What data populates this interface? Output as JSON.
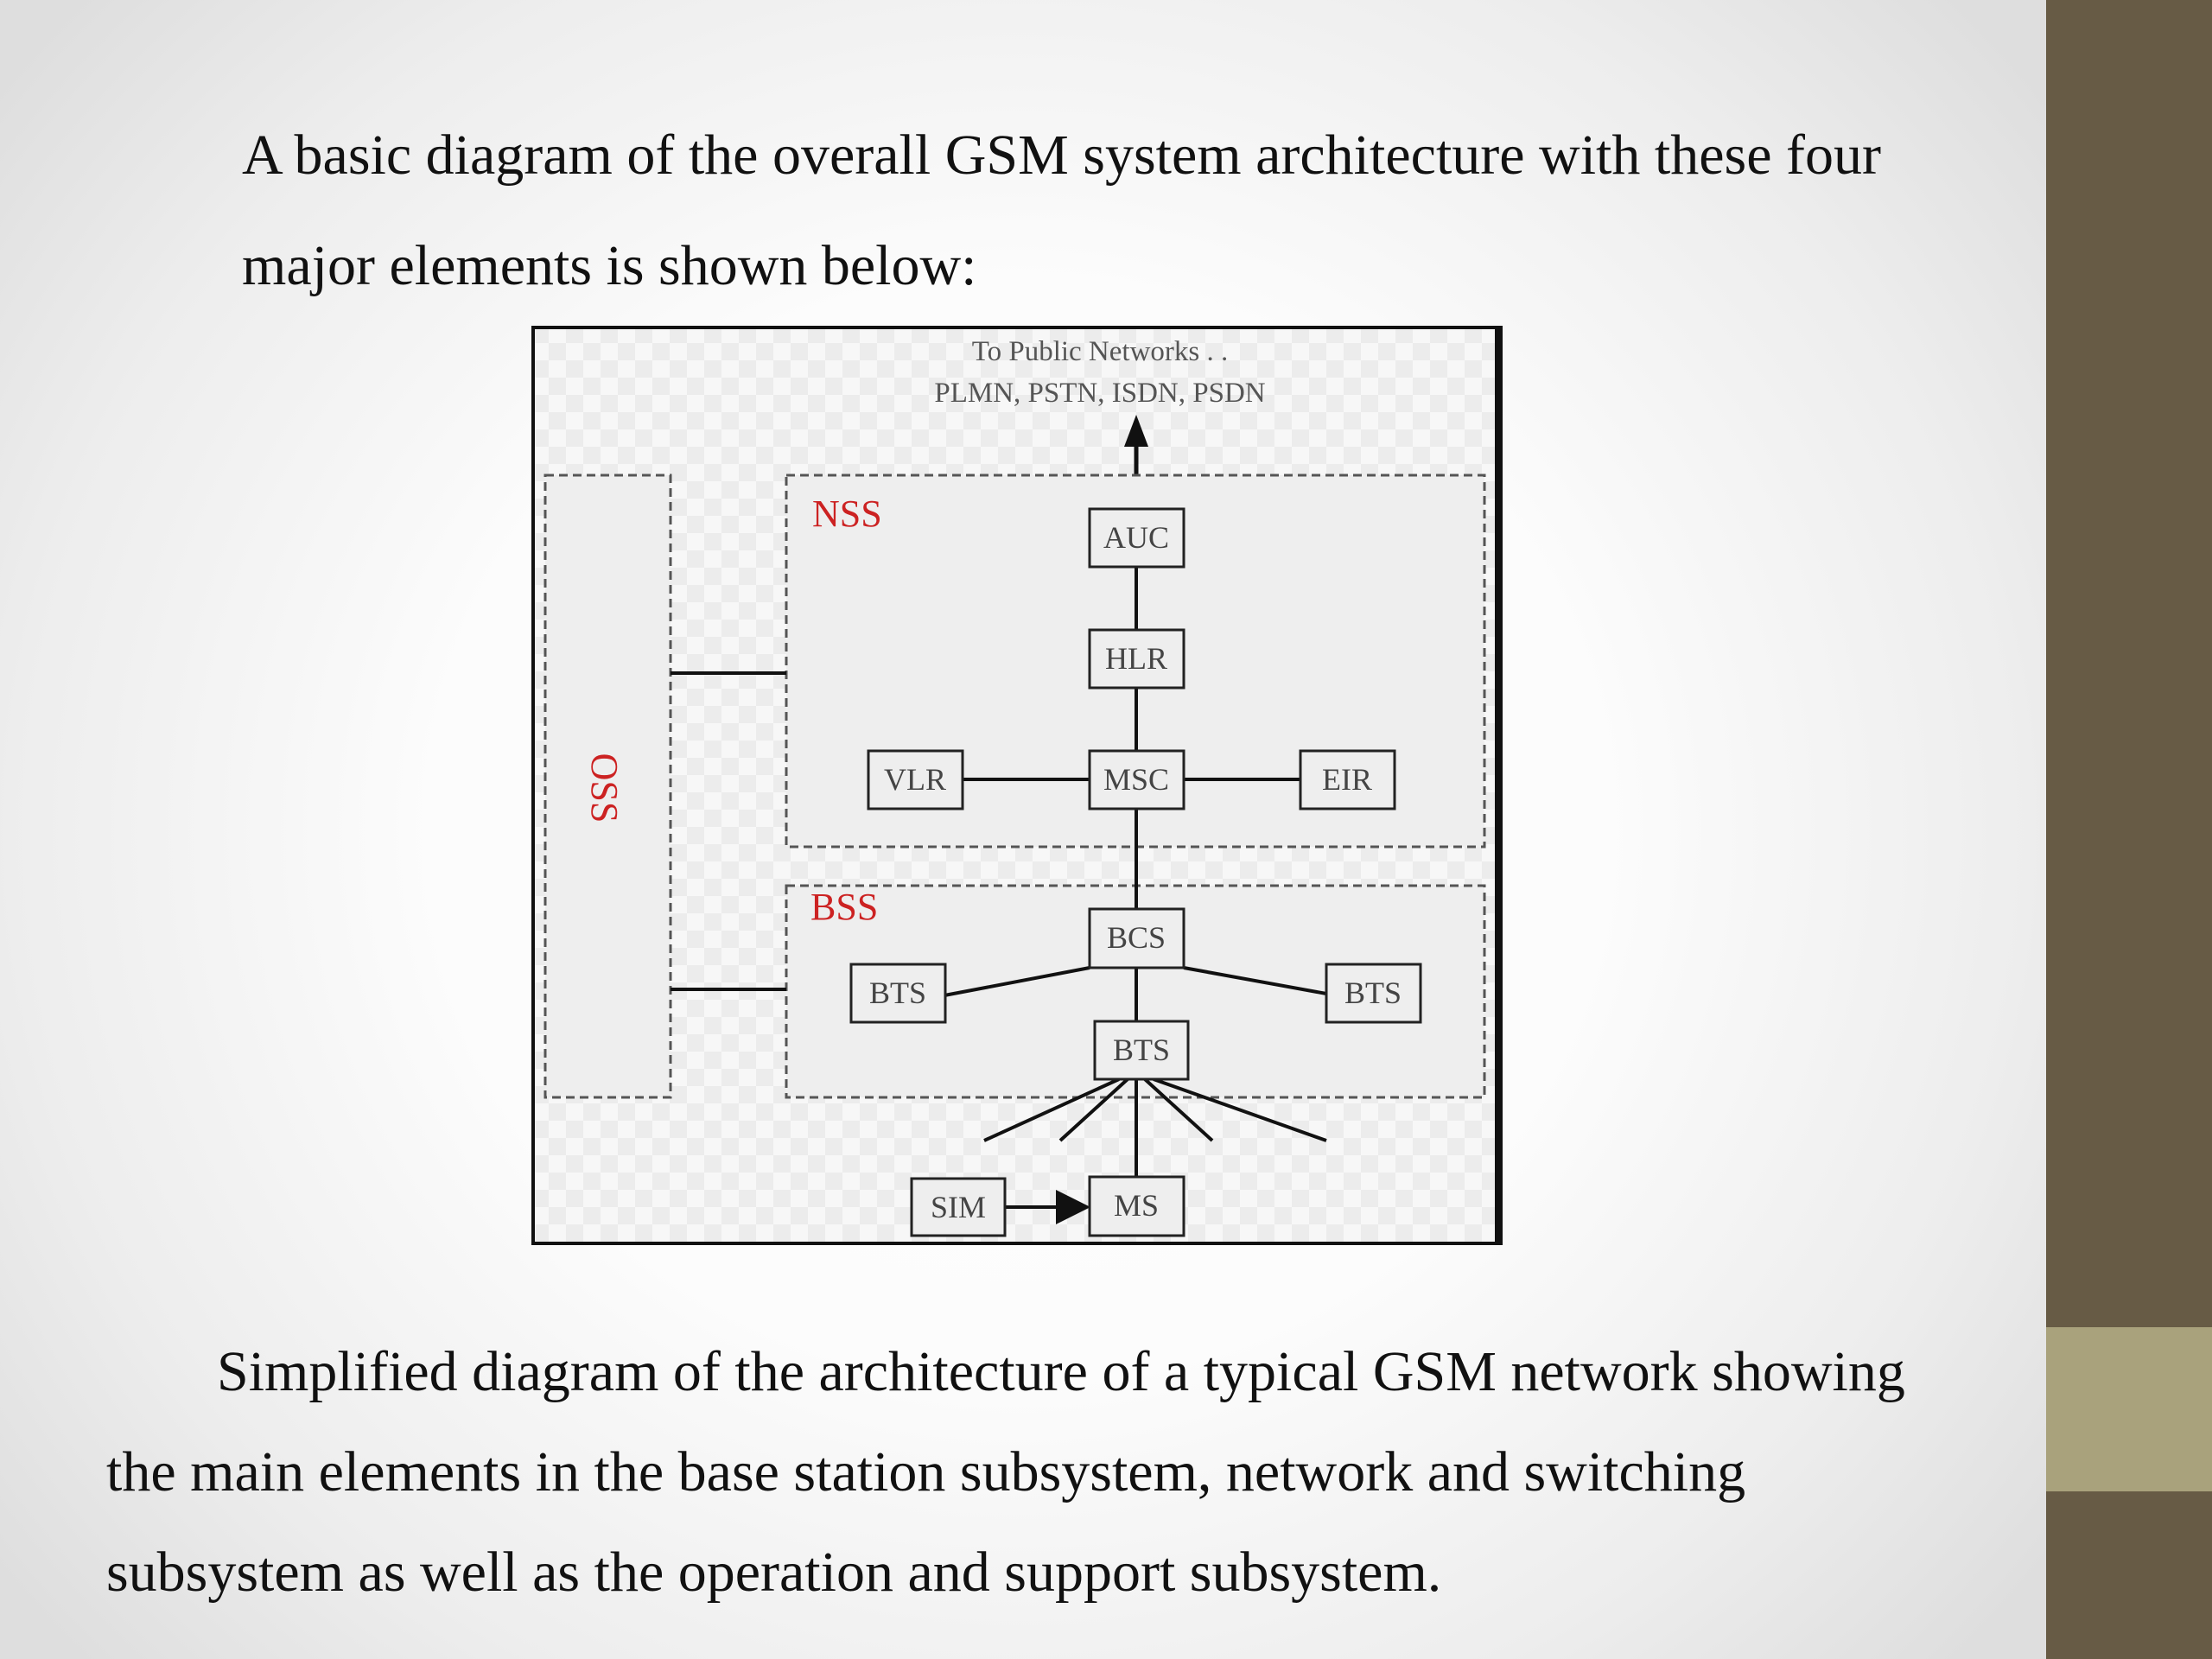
{
  "slide": {
    "intro": "A basic diagram of the overall GSM system architecture with these four major elements is shown below:",
    "caption": "Simplified diagram of the architecture of a typical GSM network showing the main elements in the base station subsystem, network and switching subsystem as well as the operation and support subsystem."
  },
  "theme": {
    "sidebar_color": "#675b45",
    "sidebar_accent_color": "#a9a27c",
    "subsystem_label_color": "#cc2222"
  },
  "diagram": {
    "public_networks_line1": "To Public Networks . .",
    "public_networks_line2": "PLMN, PSTN, ISDN, PSDN",
    "groups": {
      "oss": "OSS",
      "nss": "NSS",
      "bss": "BSS"
    },
    "nodes": {
      "auc": "AUC",
      "hlr": "HLR",
      "vlr": "VLR",
      "msc": "MSC",
      "eir": "EIR",
      "bcs": "BCS",
      "bts_left": "BTS",
      "bts_right": "BTS",
      "bts_center": "BTS",
      "sim": "SIM",
      "ms": "MS"
    }
  }
}
